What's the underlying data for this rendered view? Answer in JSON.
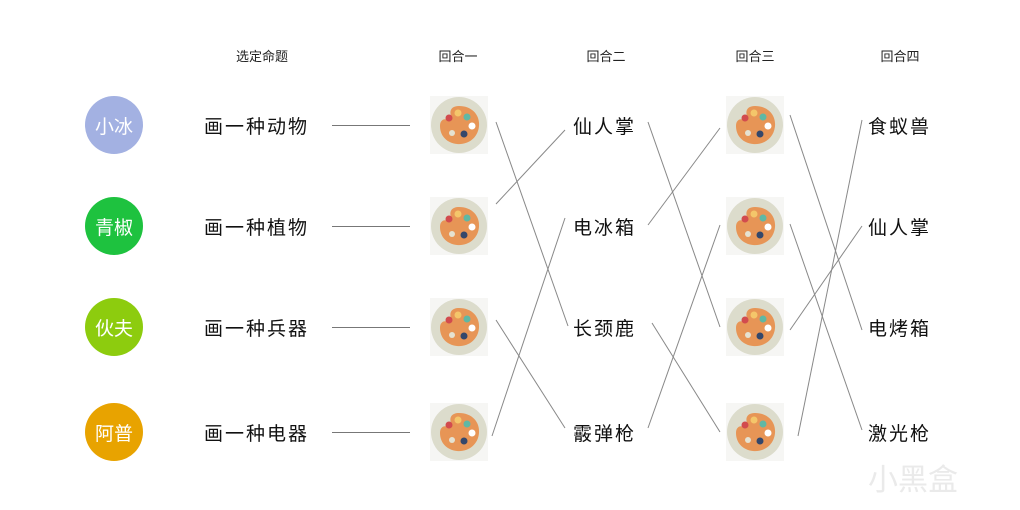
{
  "headers": [
    "选定命题",
    "回合一",
    "回合二",
    "回合三",
    "回合四"
  ],
  "players": [
    {
      "name": "小冰",
      "color": "#a3b1e2",
      "prompt": "画一种动物"
    },
    {
      "name": "青椒",
      "color": "#1ec23f",
      "prompt": "画一种植物"
    },
    {
      "name": "伙夫",
      "color": "#8dcc0e",
      "prompt": "画一种兵器"
    },
    {
      "name": "阿普",
      "color": "#e8a300",
      "prompt": "画一种电器"
    }
  ],
  "round2": [
    "仙人掌",
    "电冰箱",
    "长颈鹿",
    "霰弹枪"
  ],
  "round4": [
    "食蚁兽",
    "仙人掌",
    "电烤箱",
    "激光枪"
  ],
  "watermark": "小黑盒"
}
